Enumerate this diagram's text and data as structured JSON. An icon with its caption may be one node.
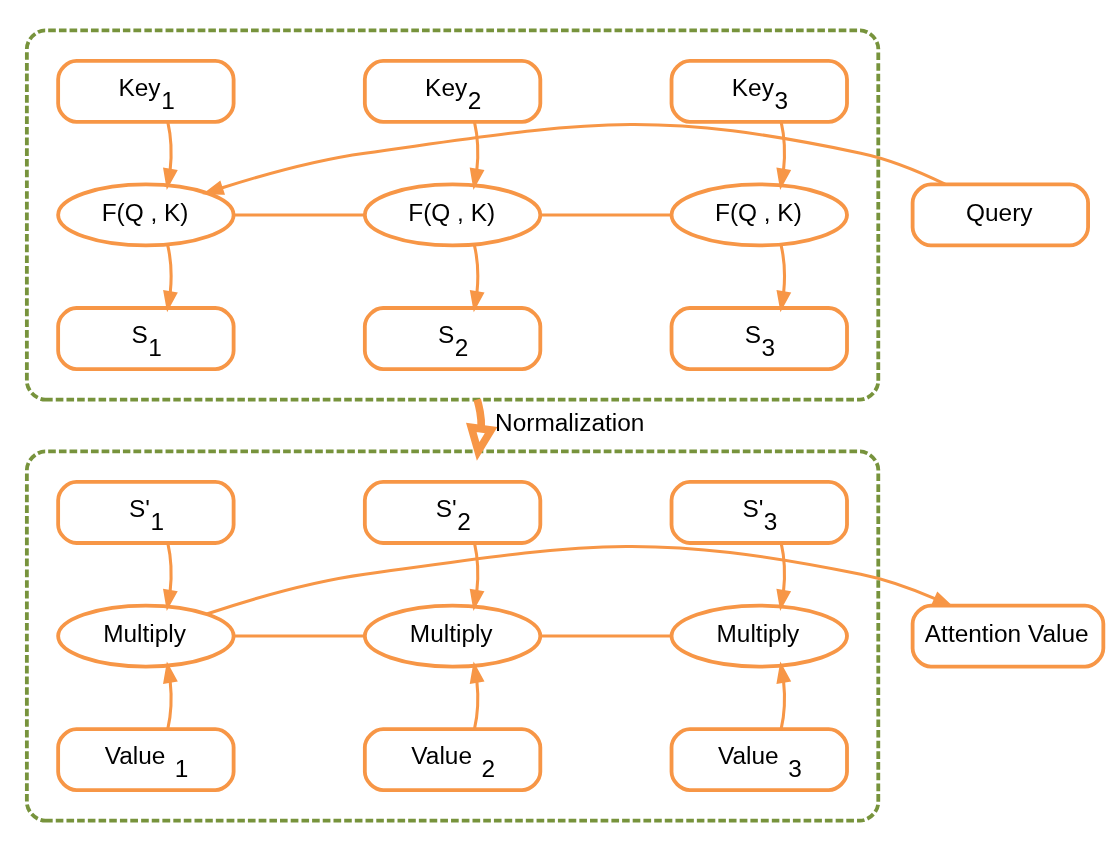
{
  "diagram": {
    "nodes": [
      {
        "text": [],
        "shape": "box"
      },
      {
        "text": [
          "Key$_{1}$"
        ],
        "in": 0
      },
      {
        "text": [
          "Key$_{2}$"
        ],
        "in": 0
      },
      {
        "text": [
          "Key$_{3}$"
        ],
        "in": 0
      },
      {
        "text": [
          "Query"
        ]
      },
      {
        "text": [
          "F(Q , K)"
        ],
        "in": 0
      },
      {
        "text": [
          "F(Q , K)"
        ],
        "in": 0
      },
      {
        "text": [
          "F(Q , K)"
        ],
        "in": 0
      },
      {
        "text": [
          "S$_{1}$"
        ],
        "in": 0
      },
      {
        "text": [
          "S$_{2}$"
        ],
        "in": 0
      },
      {
        "text": [
          "S$_{3}$"
        ],
        "in": 0
      },
      {
        "text": [],
        "shape": "box"
      },
      {
        "text": [
          "S'$_{1}$"
        ],
        "in": 11
      },
      {
        "text": [
          "S'$_{2}$"
        ],
        "in": 11
      },
      {
        "text": [
          "S'$_{3}$"
        ],
        "in": 11
      },
      {
        "text": [
          "Attention Value"
        ]
      },
      {
        "text": [
          "Multiply"
        ],
        "in": 11
      },
      {
        "text": [
          "Multiply"
        ],
        "in": 11
      },
      {
        "text": [
          "Multiply"
        ],
        "in": 11
      },
      {
        "text": [
          "Value $_{1}$"
        ],
        "in": 11
      },
      {
        "text": [
          "Value $_{2}$"
        ],
        "in": 11
      },
      {
        "text": [
          "Value $_{3}$"
        ],
        "in": 11
      }
    ],
    "edges": [
      {
        "from": 1,
        "to": 5,
        "arrow": "to"
      },
      {
        "from": 2,
        "to": 6,
        "arrow": "to"
      },
      {
        "from": 3,
        "to": 7,
        "arrow": "to"
      },
      {
        "from": 4,
        "to": 5,
        "arrow": "to"
      },
      {
        "from": 5,
        "to": 6,
        "arrow": "none"
      },
      {
        "from": 6,
        "to": 7,
        "arrow": "none"
      },
      {
        "from": 5,
        "to": 8,
        "arrow": "to"
      },
      {
        "from": 6,
        "to": 9,
        "arrow": "to"
      },
      {
        "from": 7,
        "to": 10,
        "arrow": "to"
      },
      {
        "from": 0,
        "to": 11,
        "arrow": "to",
        "label": "Normalization",
        "style": "thick"
      },
      {
        "from": 12,
        "to": 16,
        "arrow": "to"
      },
      {
        "from": 13,
        "to": 17,
        "arrow": "to"
      },
      {
        "from": 14,
        "to": 18,
        "arrow": "to"
      },
      {
        "from": 16,
        "to": 15,
        "arrow": "to"
      },
      {
        "from": 16,
        "to": 17,
        "arrow": "none"
      },
      {
        "from": 17,
        "to": 18,
        "arrow": "none"
      },
      {
        "from": 19,
        "to": 16,
        "arrow": "to"
      },
      {
        "from": 20,
        "to": 17,
        "arrow": "to"
      },
      {
        "from": 21,
        "to": 18,
        "arrow": "to"
      }
    ]
  }
}
